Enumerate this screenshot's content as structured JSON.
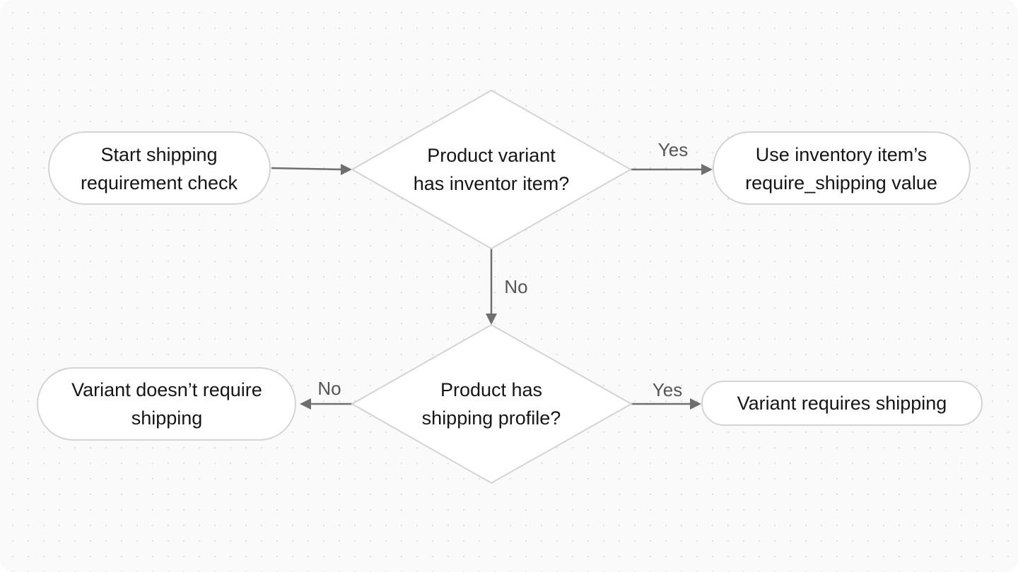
{
  "nodes": {
    "start": {
      "line1": "Start shipping",
      "line2": "requirement check"
    },
    "decision_inventory": {
      "line1": "Product variant",
      "line2": "has inventor item?"
    },
    "use_inventory": {
      "line1": "Use inventory item’s",
      "line2": "require_shipping value"
    },
    "decision_profile": {
      "line1": "Product has",
      "line2": "shipping profile?"
    },
    "no_shipping": {
      "line1": "Variant doesn’t require",
      "line2": "shipping"
    },
    "requires_shipping": {
      "line1": "Variant requires shipping"
    }
  },
  "edges": {
    "inventory_yes": "Yes",
    "inventory_no": "No",
    "profile_no": "No",
    "profile_yes": "Yes"
  },
  "colors": {
    "background": "#fafafa",
    "node_fill": "#ffffff",
    "node_stroke": "#d4d4d4",
    "edge": "#6f6f6f",
    "text": "#161616"
  }
}
